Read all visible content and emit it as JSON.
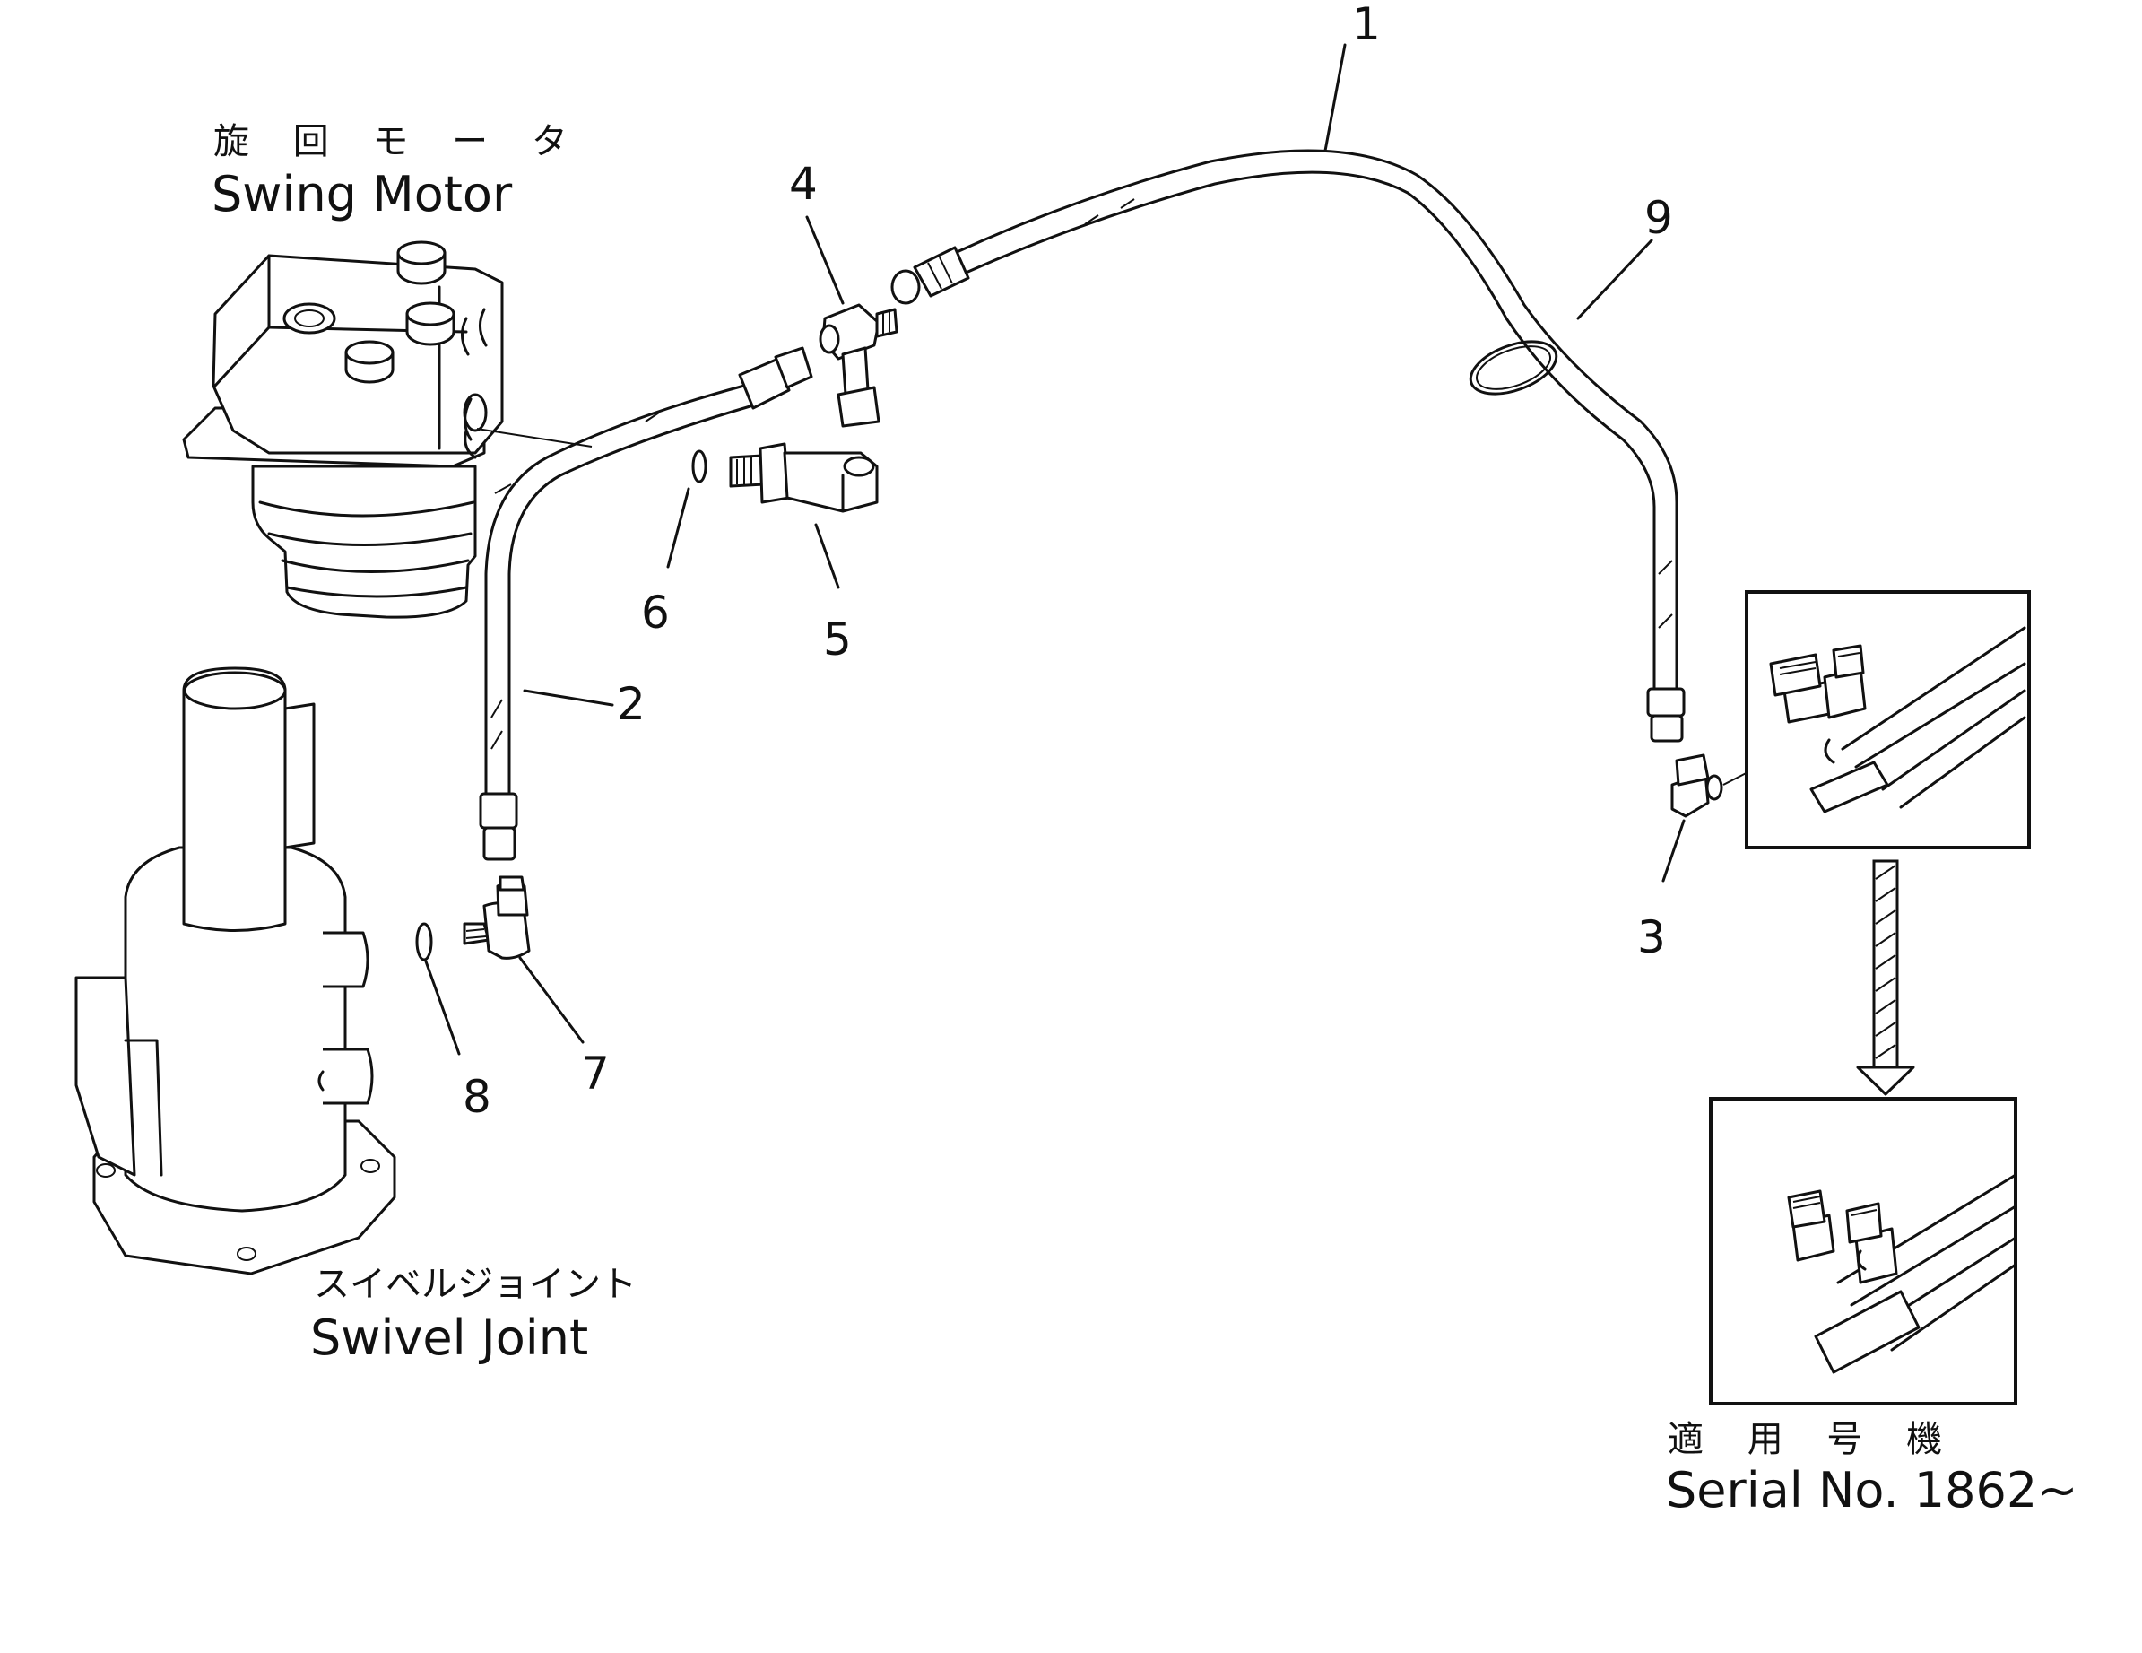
{
  "labels": {
    "swing_motor_jp": "旋 回 モ ー タ",
    "swing_motor_en": "Swing Motor",
    "swivel_joint_jp": "スイベルジョイント",
    "swivel_joint_en": "Swivel Joint",
    "serial_jp": "適 用 号 機",
    "serial_en": "Serial No. 1862~"
  },
  "callouts": [
    "1",
    "2",
    "3",
    "4",
    "5",
    "6",
    "7",
    "8",
    "9"
  ]
}
